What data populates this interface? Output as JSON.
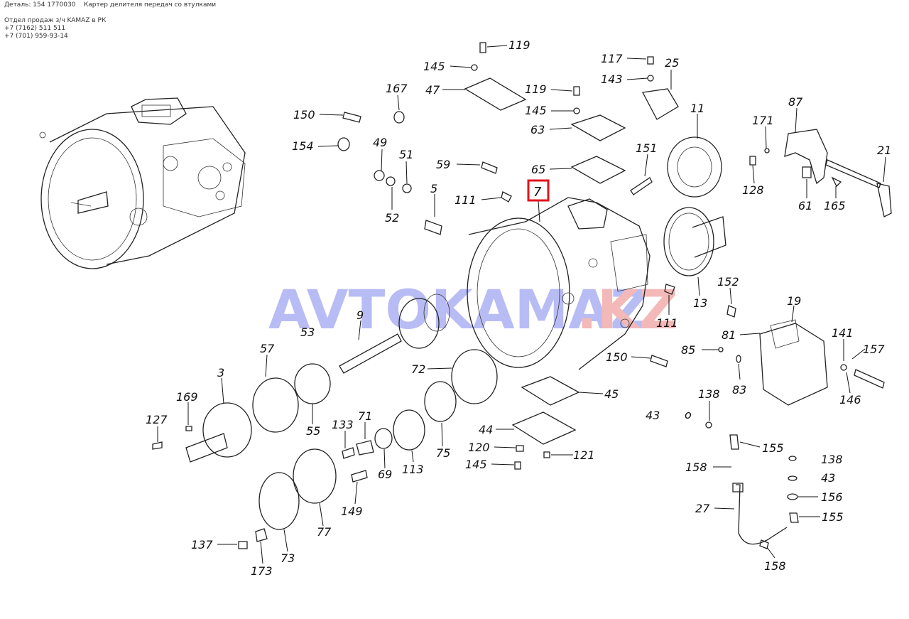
{
  "header": {
    "detail_line": "Деталь: 154 1770030    Картер делителя передач со втулками",
    "sales_line": "Отдел продаж з/ч KAMAZ в РК",
    "phone1": "+7 (7162) 511 511",
    "phone2": "+7 (701) 959-93-14"
  },
  "watermark": {
    "left": "AVTOKAMAZ",
    "right": ".KZ",
    "color_left": "#b8bcf4",
    "color_right": "#f3b8b8"
  },
  "highlight": {
    "label": "7",
    "color": "#e0141c"
  },
  "callouts": [
    {
      "id": "l-119a",
      "text": "119"
    },
    {
      "id": "l-145a",
      "text": "145"
    },
    {
      "id": "l-117",
      "text": "117"
    },
    {
      "id": "l-25",
      "text": "25"
    },
    {
      "id": "l-143",
      "text": "143"
    },
    {
      "id": "l-167",
      "text": "167"
    },
    {
      "id": "l-47",
      "text": "47"
    },
    {
      "id": "l-119b",
      "text": "119"
    },
    {
      "id": "l-145b",
      "text": "145"
    },
    {
      "id": "l-11",
      "text": "11"
    },
    {
      "id": "l-87",
      "text": "87"
    },
    {
      "id": "l-150a",
      "text": "150"
    },
    {
      "id": "l-63",
      "text": "63"
    },
    {
      "id": "l-171",
      "text": "171"
    },
    {
      "id": "l-154",
      "text": "154"
    },
    {
      "id": "l-49",
      "text": "49"
    },
    {
      "id": "l-51",
      "text": "51"
    },
    {
      "id": "l-151",
      "text": "151"
    },
    {
      "id": "l-21",
      "text": "21"
    },
    {
      "id": "l-59",
      "text": "59"
    },
    {
      "id": "l-65",
      "text": "65"
    },
    {
      "id": "l-128",
      "text": "128"
    },
    {
      "id": "l-5",
      "text": "5"
    },
    {
      "id": "l-111a",
      "text": "111"
    },
    {
      "id": "l-61",
      "text": "61"
    },
    {
      "id": "l-165",
      "text": "165"
    },
    {
      "id": "l-52",
      "text": "52"
    },
    {
      "id": "l-152",
      "text": "152"
    },
    {
      "id": "l-13",
      "text": "13"
    },
    {
      "id": "l-19",
      "text": "19"
    },
    {
      "id": "l-9",
      "text": "9"
    },
    {
      "id": "l-111b",
      "text": "111"
    },
    {
      "id": "l-53",
      "text": "53"
    },
    {
      "id": "l-81",
      "text": "81"
    },
    {
      "id": "l-141",
      "text": "141"
    },
    {
      "id": "l-57",
      "text": "57"
    },
    {
      "id": "l-85",
      "text": "85"
    },
    {
      "id": "l-157",
      "text": "157"
    },
    {
      "id": "l-150b",
      "text": "150"
    },
    {
      "id": "l-3",
      "text": "3"
    },
    {
      "id": "l-72",
      "text": "72"
    },
    {
      "id": "l-83",
      "text": "83"
    },
    {
      "id": "l-146",
      "text": "146"
    },
    {
      "id": "l-45",
      "text": "45"
    },
    {
      "id": "l-169",
      "text": "169"
    },
    {
      "id": "l-138a",
      "text": "138"
    },
    {
      "id": "l-55",
      "text": "55"
    },
    {
      "id": "l-127",
      "text": "127"
    },
    {
      "id": "l-71",
      "text": "71"
    },
    {
      "id": "l-133",
      "text": "133"
    },
    {
      "id": "l-43a",
      "text": "43"
    },
    {
      "id": "l-o",
      "text": "o"
    },
    {
      "id": "l-44",
      "text": "44"
    },
    {
      "id": "l-75",
      "text": "75"
    },
    {
      "id": "l-155a",
      "text": "155"
    },
    {
      "id": "l-120",
      "text": "120"
    },
    {
      "id": "l-121",
      "text": "121"
    },
    {
      "id": "l-138b",
      "text": "138"
    },
    {
      "id": "l-113",
      "text": "113"
    },
    {
      "id": "l-145c",
      "text": "145"
    },
    {
      "id": "l-158a",
      "text": "158"
    },
    {
      "id": "l-69",
      "text": "69"
    },
    {
      "id": "l-43b",
      "text": "43"
    },
    {
      "id": "l-156",
      "text": "156"
    },
    {
      "id": "l-149",
      "text": "149"
    },
    {
      "id": "l-27",
      "text": "27"
    },
    {
      "id": "l-155b",
      "text": "155"
    },
    {
      "id": "l-77",
      "text": "77"
    },
    {
      "id": "l-137",
      "text": "137"
    },
    {
      "id": "l-73",
      "text": "73"
    },
    {
      "id": "l-158b",
      "text": "158"
    },
    {
      "id": "l-173",
      "text": "173"
    }
  ]
}
